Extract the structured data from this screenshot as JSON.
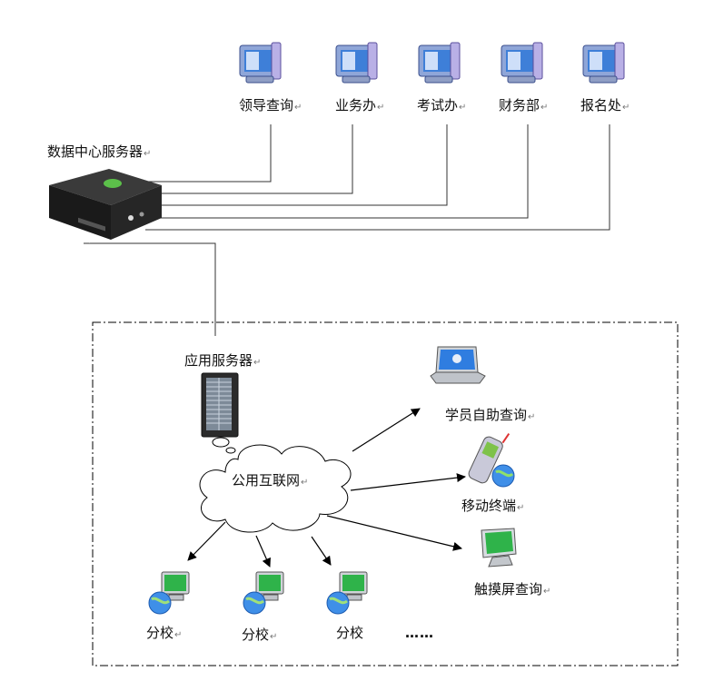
{
  "top_terminals": [
    {
      "label": "领导查询"
    },
    {
      "label": "业务办"
    },
    {
      "label": "考试办"
    },
    {
      "label": "财务部"
    },
    {
      "label": "报名处"
    }
  ],
  "data_center": {
    "label": "数据中心服务器"
  },
  "app_server": {
    "label": "应用服务器"
  },
  "internet": {
    "label": "公用互联网"
  },
  "clients": [
    {
      "label": "学员自助查询"
    },
    {
      "label": "移动终端"
    },
    {
      "label": "触摸屏查询"
    }
  ],
  "branches": [
    {
      "label": "分校"
    },
    {
      "label": "分校"
    },
    {
      "label": "分校"
    }
  ],
  "ellipsis": "……",
  "paragraph_mark": "↵"
}
